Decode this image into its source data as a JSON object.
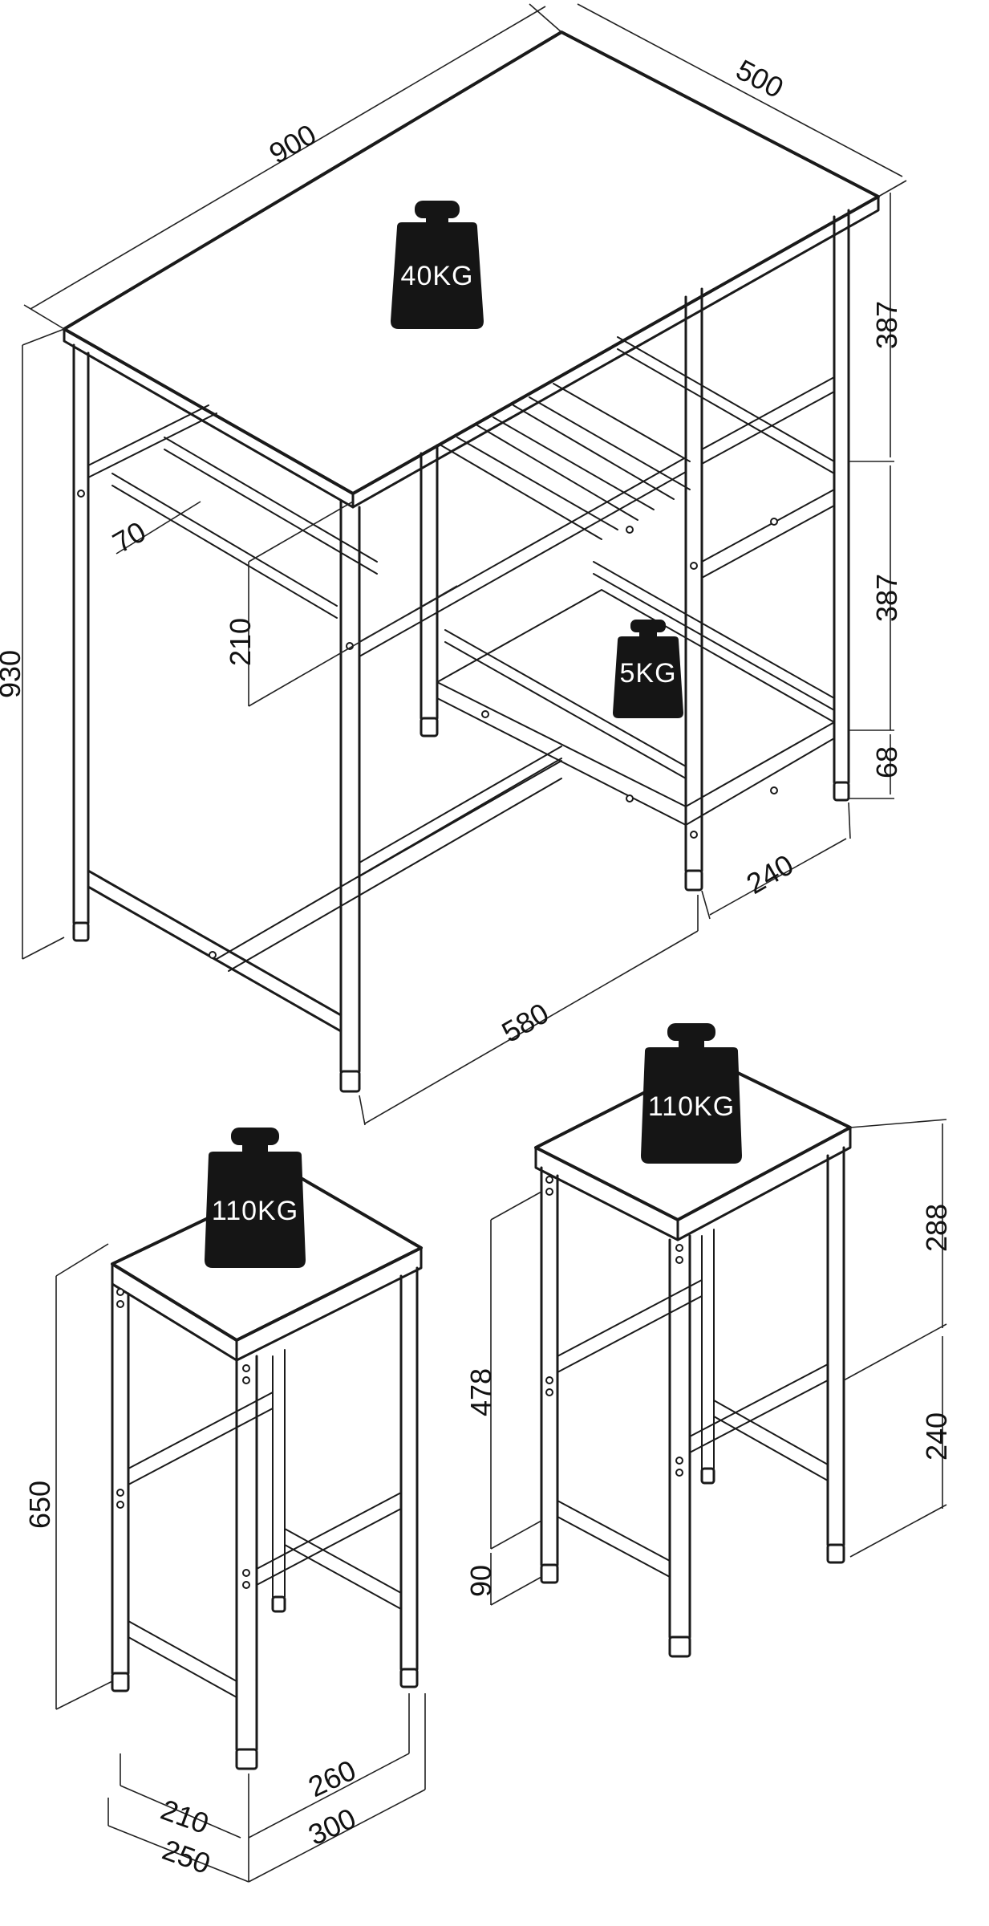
{
  "table": {
    "dims": {
      "width": "900",
      "depth": "500",
      "height": "930",
      "shelf_upper": "387",
      "shelf_lower": "387",
      "foot_clearance": "68",
      "side_depth": "240",
      "inner_width": "580",
      "rail_height": "210",
      "rail_offset": "70"
    },
    "loads": {
      "top": "40KG",
      "shelf": "5KG"
    }
  },
  "stool_left": {
    "dims": {
      "height": "650",
      "foot_inner_a": "210",
      "foot_inner_b": "260",
      "base_a": "250",
      "base_b": "300"
    },
    "load": "110KG"
  },
  "stool_right": {
    "dims": {
      "seat_to_rail": "478",
      "foot_gap": "90",
      "upper": "288",
      "lower": "240"
    },
    "load": "110KG"
  },
  "colors": {
    "line": "#1a1a1a",
    "weight": "#151515",
    "background": "#ffffff"
  },
  "icons": [
    "weight-icon"
  ]
}
